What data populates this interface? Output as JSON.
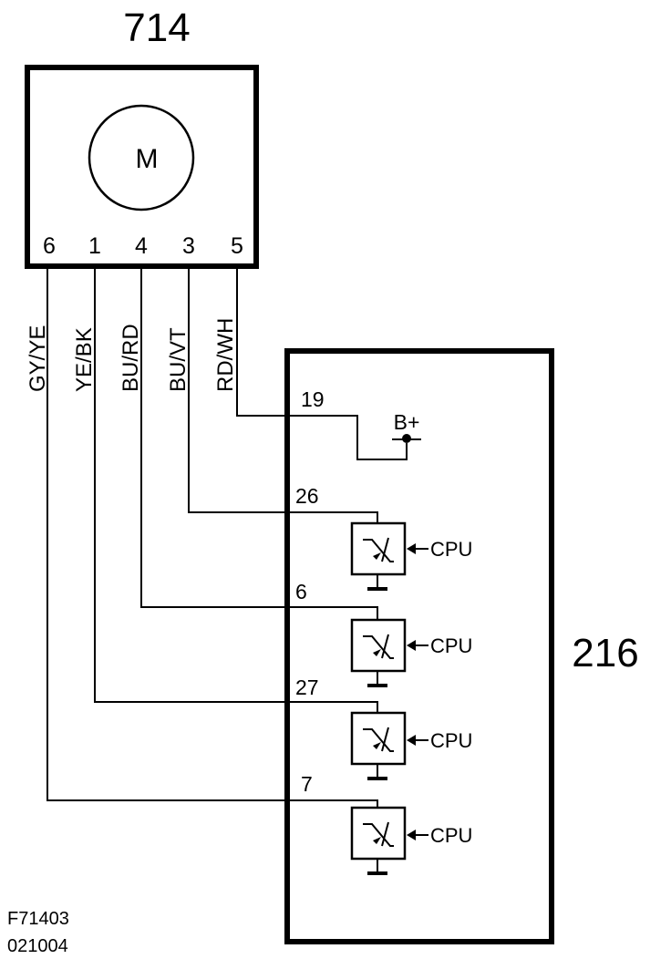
{
  "motor": {
    "component_id": "714",
    "symbol_label": "M",
    "pins": [
      "6",
      "1",
      "4",
      "3",
      "5"
    ]
  },
  "wires": [
    "GY/YE",
    "YE/BK",
    "BU/RD",
    "BU/VT",
    "RD/WH"
  ],
  "control_unit": {
    "component_id": "216",
    "supply_label": "B+",
    "terminals": [
      "19",
      "26",
      "6",
      "27",
      "7"
    ],
    "drivers": [
      {
        "label": "CPU"
      },
      {
        "label": "CPU"
      },
      {
        "label": "CPU"
      },
      {
        "label": "CPU"
      }
    ]
  },
  "figure_code": {
    "line1": "F71403",
    "line2": "021004"
  }
}
